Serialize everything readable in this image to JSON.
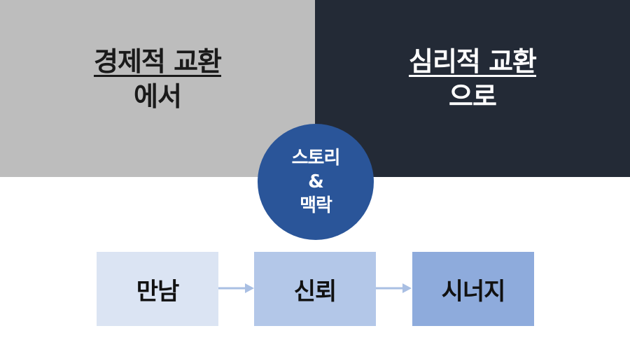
{
  "left_panel": {
    "title": "경제적 교환",
    "subtitle": "에서"
  },
  "right_panel": {
    "title": "심리적 교환",
    "subtitle": "으로"
  },
  "center_circle": {
    "line1": "스토리",
    "line2": "&",
    "line3": "맥락"
  },
  "flow": {
    "steps": [
      "만남",
      "신뢰",
      "시너지"
    ]
  },
  "colors": {
    "left_panel_bg": "#bdbdbd",
    "right_panel_bg": "#232a36",
    "circle_bg": "#2a5599",
    "step1_bg": "#dbe4f3",
    "step2_bg": "#b3c7e8",
    "step3_bg": "#8eabdc",
    "arrow": "#a9bfe3"
  }
}
